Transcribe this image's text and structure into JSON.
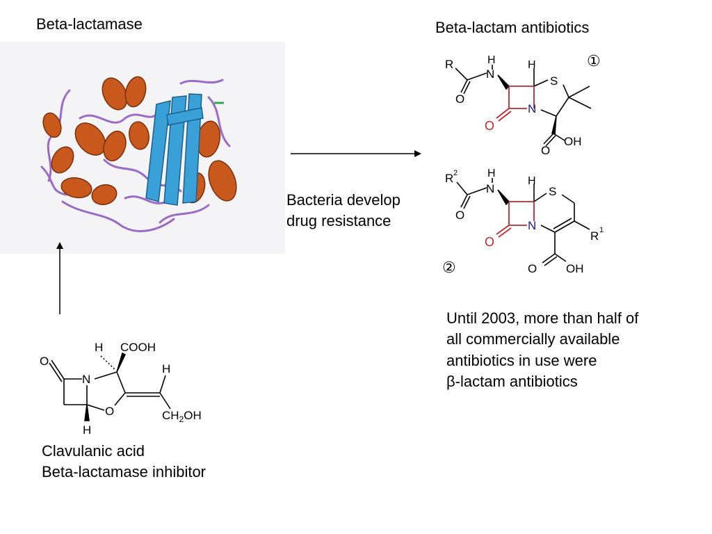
{
  "titles": {
    "enzyme": "Beta-lactamase",
    "antibiotics": "Beta-lactam antibiotics"
  },
  "middle_caption": {
    "line1": "Bacteria develop",
    "line2": "drug resistance"
  },
  "inhibitor_caption": {
    "line1": "Clavulanic acid",
    "line2": "Beta-lactamase inhibitor"
  },
  "history_note": {
    "line1": "Until 2003, more than half of",
    "line2": "all commercially available",
    "line3": "antibiotics in use were",
    "line4": "β-lactam antibiotics"
  },
  "structure_markers": {
    "first": "①",
    "second": "②"
  },
  "penicillin_atoms": {
    "r": "R",
    "h_amide": "H",
    "n_amide": "N",
    "h_ring": "H",
    "s": "S",
    "o_carbonyl": "O",
    "n_ring": "N",
    "o_lactam": "O",
    "cooh": "O",
    "oh": "OH"
  },
  "cephalosporin_atoms": {
    "r2": "R",
    "r2_sup": "2",
    "h_amide": "H",
    "n_amide": "N",
    "h_ring": "H",
    "s": "S",
    "o_carbonyl": "O",
    "n_ring": "N",
    "o_lactam": "O",
    "r1": "R",
    "r1_sup": "1",
    "cooh": "O",
    "oh": "OH"
  },
  "clavulanic_atoms": {
    "h_top": "H",
    "cooh": "COOH",
    "o_ketone": "O",
    "n": "N",
    "h_vinyl": "H",
    "o_ring": "O",
    "ch2oh_a": "CH",
    "ch2oh_sub": "2",
    "ch2oh_b": "OH",
    "h_bottom": "H"
  },
  "colors": {
    "helix": "#c8581c",
    "sheet": "#3aa0d8",
    "loop": "#9a6bc4",
    "lactam_ring": "#c0282c",
    "lactam_n": "#1a1a8c"
  }
}
